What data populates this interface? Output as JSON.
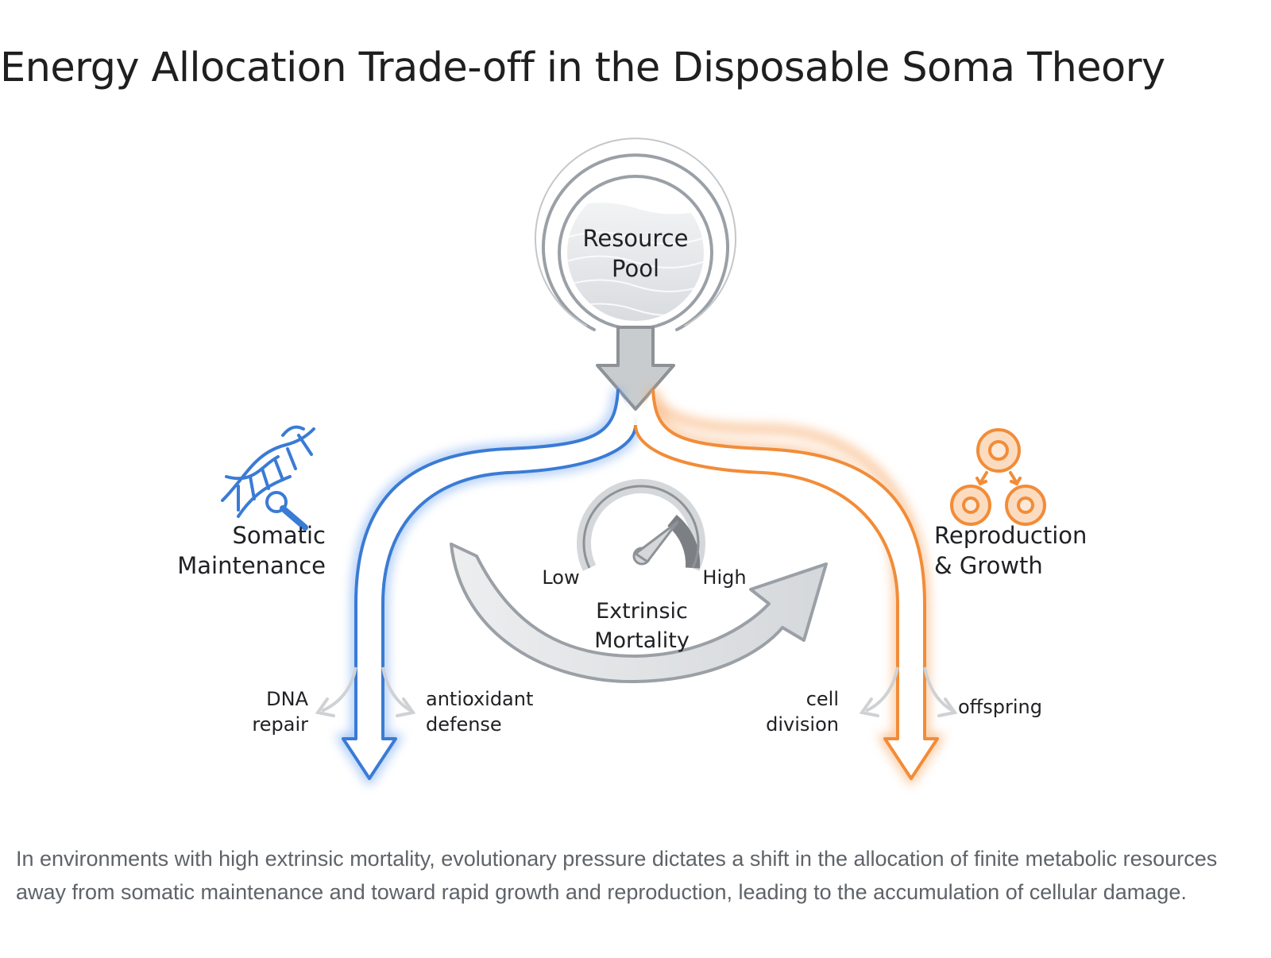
{
  "title": "Energy Allocation Trade-off in the Disposable Soma Theory",
  "diagram": {
    "resource_pool": {
      "line1": "Resource",
      "line2": "Pool"
    },
    "somatic_maintenance": {
      "line1": "Somatic",
      "line2": "Maintenance",
      "icon": "dna-wrench-icon",
      "branches": [
        {
          "line1": "DNA",
          "line2": "repair"
        },
        {
          "line1": "antioxidant",
          "line2": "defense"
        }
      ]
    },
    "reproduction_growth": {
      "line1": "Reproduction",
      "line2": "& Growth",
      "icon": "cell-division-icon",
      "branches": [
        {
          "line1": "cell",
          "line2": "division"
        },
        {
          "line1": "offspring",
          "line2": ""
        }
      ]
    },
    "extrinsic_mortality": {
      "line1": "Extrinsic",
      "line2": "Mortality",
      "gauge_low": "Low",
      "gauge_high": "High",
      "icon": "gauge-icon"
    },
    "colors": {
      "somatic": "#3a7bd5",
      "reproduction": "#f28c38",
      "neutral": "#9aa0a6"
    }
  },
  "caption": "In environments with high extrinsic mortality, evolutionary pressure dictates a shift in the allocation of finite metabolic resources away from somatic maintenance and toward rapid growth and reproduction, leading to the accumulation of cellular damage."
}
